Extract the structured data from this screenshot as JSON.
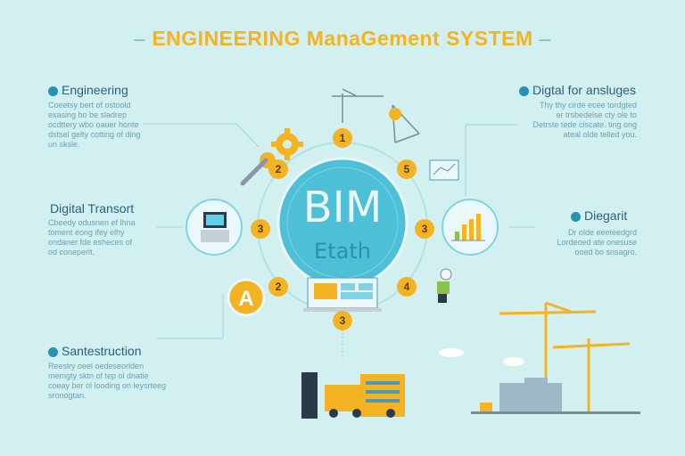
{
  "title": "ENGINEERING ManaGement SYSTEM",
  "title_dash_left": "–",
  "title_dash_right": "–",
  "center": {
    "main": "BIM",
    "sub": "Etath"
  },
  "sections": {
    "engineering": {
      "label": "Engineering",
      "desc": [
        "Coeetsy bert of ostoold",
        "exasing bo be sladrep",
        "ocdttery wbo oauer honte",
        "dstsel gelty cotting of ding",
        "un sksle."
      ]
    },
    "digital_transport": {
      "label": "Digital Transort",
      "desc": [
        "Cbeedy odusnen ef lhna",
        "toment eong ifey elhy",
        "ondaner fde esheces of",
        "od coneperit."
      ]
    },
    "construction": {
      "label": "Santestruction",
      "desc": [
        "Reeslry oeel oedeseorlden",
        "memgty sktn of tep ol dnatie",
        "coeay ber ol looding on leysrteeg",
        "sronogtan."
      ]
    },
    "digital_right": {
      "label": "Digtal for ansluges",
      "desc": [
        "Thy thy cirde ecee tordgted",
        "er trsbedelse cty ole to",
        "Detrste tede ciscate. ting ong",
        "ateal olde telled you."
      ]
    },
    "diagram": {
      "label": "Diegarit",
      "desc": [
        "Dr olde eeeteedgrd",
        "Lordeoed ate onesuse",
        "ooed bo snsagro."
      ]
    }
  },
  "step_numbers": [
    "1",
    "2",
    "3",
    "5",
    "2",
    "3",
    "4",
    "3"
  ],
  "badge_letter": "A",
  "colors": {
    "background": "#d3f0f1",
    "accent": "#f3b322",
    "center": "#4dbfd6",
    "text": "#2a5f7a",
    "desc": "#6a9fb3"
  },
  "icons": [
    "gear-icon",
    "wrench-icon",
    "crane-icon",
    "laptop-icon",
    "bar-chart-icon",
    "tablet-icon",
    "worker-icon",
    "truck-icon",
    "building-icon",
    "cloud-icon"
  ]
}
